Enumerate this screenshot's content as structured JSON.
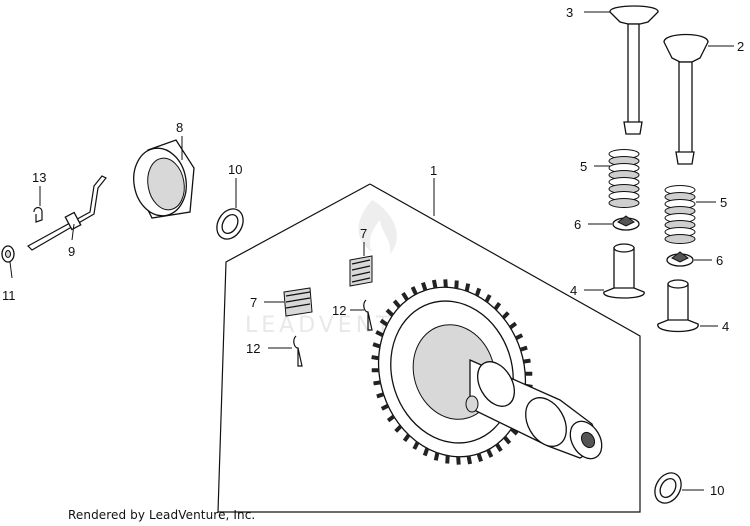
{
  "watermark": {
    "brand_text": "LEADVENTURE"
  },
  "credit": {
    "text": "Rendered by LeadVenture, Inc."
  },
  "callouts": [
    {
      "id": "c1",
      "text": "1"
    },
    {
      "id": "c2",
      "text": "2"
    },
    {
      "id": "c3",
      "text": "3"
    },
    {
      "id": "c4a",
      "text": "4"
    },
    {
      "id": "c4b",
      "text": "4"
    },
    {
      "id": "c5a",
      "text": "5"
    },
    {
      "id": "c5b",
      "text": "5"
    },
    {
      "id": "c6a",
      "text": "6"
    },
    {
      "id": "c6b",
      "text": "6"
    },
    {
      "id": "c7a",
      "text": "7"
    },
    {
      "id": "c7b",
      "text": "7"
    },
    {
      "id": "c8",
      "text": "8"
    },
    {
      "id": "c9",
      "text": "9"
    },
    {
      "id": "c10a",
      "text": "10"
    },
    {
      "id": "c10b",
      "text": "10"
    },
    {
      "id": "c11",
      "text": "11"
    },
    {
      "id": "c12a",
      "text": "12"
    },
    {
      "id": "c12b",
      "text": "12"
    },
    {
      "id": "c13",
      "text": "13"
    }
  ]
}
